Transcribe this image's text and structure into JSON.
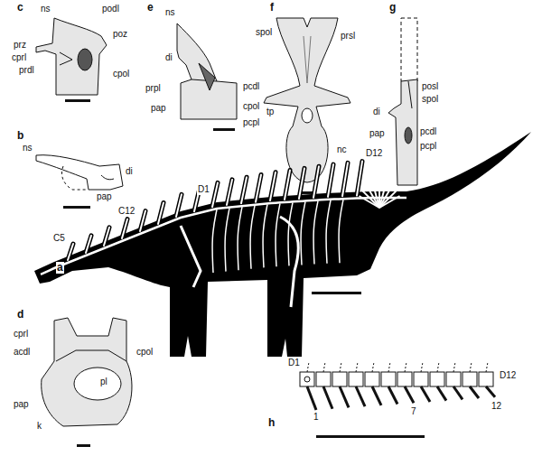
{
  "diagram": {
    "labels": [
      "c",
      "ns",
      "podl",
      "poz",
      "prz",
      "cprl",
      "prdl",
      "cpol",
      "e",
      "ns",
      "di",
      "prpl",
      "pcdl",
      "pap",
      "cpol",
      "pcpl",
      "f",
      "spol",
      "prsl",
      "tp",
      "nc",
      "g",
      "posl",
      "spol",
      "di",
      "pap",
      "pcdl",
      "pcpl",
      "b",
      "ns",
      "di",
      "pap",
      "D12",
      "D1",
      "C12",
      "C5",
      "a",
      "d",
      "cprl",
      "acdl",
      "cpol",
      "pl",
      "pap",
      "k",
      "D1",
      "D12",
      "1",
      "7",
      "12",
      "h"
    ]
  }
}
